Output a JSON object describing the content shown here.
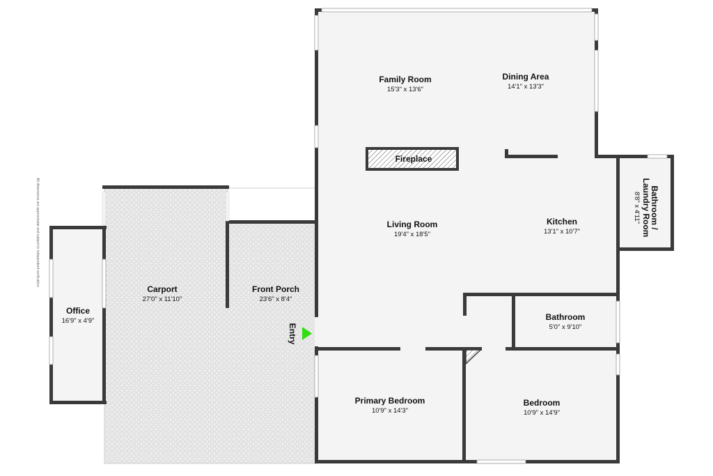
{
  "disclaimer": "All dimensions are approximate and subject to independent verification.",
  "rooms": {
    "family_room": {
      "name": "Family Room",
      "dims": "15'3\" x 13'6\""
    },
    "dining_area": {
      "name": "Dining Area",
      "dims": "14'1\" x 13'3\""
    },
    "living_room": {
      "name": "Living Room",
      "dims": "19'4\" x 18'5\""
    },
    "kitchen": {
      "name": "Kitchen",
      "dims": "13'1\" x 10'7\""
    },
    "bath_laundry": {
      "name": "Bathroom / Laundry Room",
      "dims": "8'8\" x 4'11\""
    },
    "carport": {
      "name": "Carport",
      "dims": "27'0\" x 11'10\""
    },
    "front_porch": {
      "name": "Front Porch",
      "dims": "23'6\" x 8'4\""
    },
    "office": {
      "name": "Office",
      "dims": "16'9\" x 4'9\""
    },
    "bathroom": {
      "name": "Bathroom",
      "dims": "5'0\" x 9'10\""
    },
    "primary_bedroom": {
      "name": "Primary Bedroom",
      "dims": "10'9\" x 14'3\""
    },
    "bedroom": {
      "name": "Bedroom",
      "dims": "10'9\" x 14'9\""
    }
  },
  "fireplace": {
    "label": "Fireplace"
  },
  "entry": {
    "label": "Entry",
    "marker_color": "#33dd11"
  },
  "colors": {
    "wall": "#3a3a3a",
    "floor": "#f4f4f4",
    "paving": "#ececec"
  }
}
